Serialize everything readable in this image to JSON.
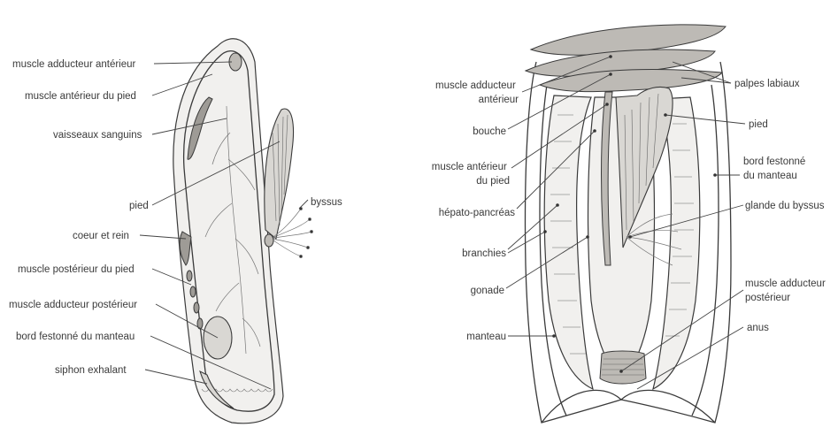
{
  "left_figure": {
    "labels": [
      {
        "id": "muscle-adducteur-anterieur",
        "text": "muscle adducteur antérieur"
      },
      {
        "id": "muscle-anterieur-du-pied",
        "text": "muscle antérieur du pied"
      },
      {
        "id": "vaisseaux-sanguins",
        "text": "vaisseaux sanguins"
      },
      {
        "id": "pied",
        "text": "pied"
      },
      {
        "id": "coeur-et-rein",
        "text": "coeur et rein"
      },
      {
        "id": "muscle-posterieur-du-pied",
        "text": "muscle postérieur du pied"
      },
      {
        "id": "muscle-adducteur-posterieur",
        "text": "muscle adducteur postérieur"
      },
      {
        "id": "bord-festonne-du-manteau",
        "text": "bord festonné du manteau"
      },
      {
        "id": "siphon-exhalant",
        "text": "siphon exhalant"
      },
      {
        "id": "byssus",
        "text": "byssus"
      }
    ]
  },
  "right_figure": {
    "labels": [
      {
        "id": "muscle-adducteur-anterieur",
        "lines": [
          "muscle adducteur",
          "antérieur"
        ]
      },
      {
        "id": "bouche",
        "lines": [
          "bouche"
        ]
      },
      {
        "id": "muscle-anterieur-du-pied",
        "lines": [
          "muscle antérieur",
          "du pied"
        ]
      },
      {
        "id": "hepato-pancreas",
        "lines": [
          "hépato-pancréas"
        ]
      },
      {
        "id": "branchies",
        "lines": [
          "branchies"
        ]
      },
      {
        "id": "gonade",
        "lines": [
          "gonade"
        ]
      },
      {
        "id": "manteau",
        "lines": [
          "manteau"
        ]
      },
      {
        "id": "palpes-labiaux",
        "lines": [
          "palpes labiaux"
        ]
      },
      {
        "id": "pied",
        "lines": [
          "pied"
        ]
      },
      {
        "id": "bord-festonne-du-manteau",
        "lines": [
          "bord festonné",
          "du manteau"
        ]
      },
      {
        "id": "glande-du-byssus",
        "lines": [
          "glande du byssus"
        ]
      },
      {
        "id": "muscle-adducteur-posterieur",
        "lines": [
          "muscle adducteur",
          "postérieur"
        ]
      },
      {
        "id": "anus",
        "lines": [
          "anus"
        ]
      }
    ]
  }
}
